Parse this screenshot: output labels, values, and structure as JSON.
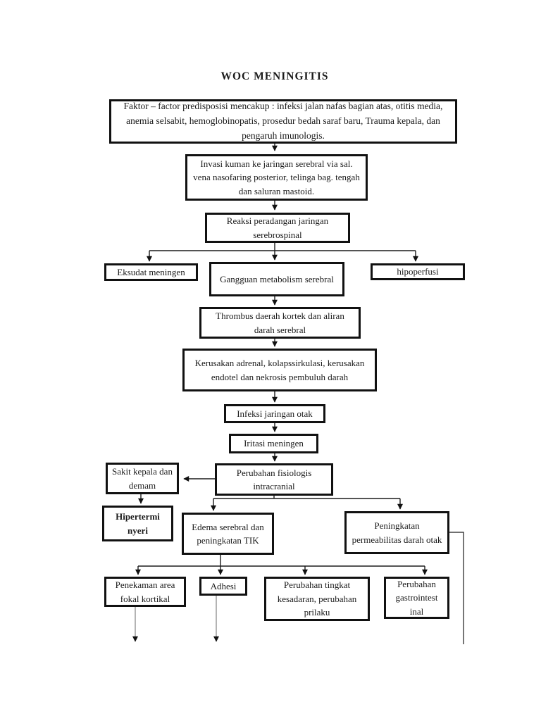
{
  "page": {
    "title": "WOC MENINGITIS"
  },
  "colors": {
    "background": "#ffffff",
    "box_border": "#111111",
    "text": "#1a1a1a",
    "connector": "#1b1b1b",
    "hairline": "#777777"
  },
  "nodes": {
    "faktor": "Faktor – factor predisposisi mencakup : infeksi jalan nafas bagian atas, otitis media, anemia selsabit, hemoglobinopatis, prosedur bedah saraf baru, Trauma kepala, dan pengaruh imunologis.",
    "invasi": "Invasi kuman ke jaringan serebral via sal. vena nasofaring posterior, telinga bag. tengah dan saluran mastoid.",
    "reaksi": "Reaksi peradangan jaringan serebrospinal",
    "eksudat": "Eksudat meningen",
    "gangguan": "Gangguan metabolism serebral",
    "hipoperfusi": "hipoperfusi",
    "thrombus": "Thrombus daerah kortek dan aliran darah serebral",
    "kerusakan": "Kerusakan adrenal, kolapssirkulasi, kerusakan endotel dan nekrosis pembuluh darah",
    "infeksi": "Infeksi jaringan otak",
    "iritasi": "Iritasi meningen",
    "sakit": "Sakit kepala dan demam",
    "fisiologis": "Perubahan fisiologis intracranial",
    "hipertermi": "Hipertermi nyeri",
    "edema": "Edema serebral dan peningkatan TIK",
    "peningkatan": "Peningkatan permeabilitas darah otak",
    "penekaman": "Penekaman area fokal kortikal",
    "adhesi": "Adhesi",
    "tingkat": "Perubahan tingkat kesadaran, perubahan prilaku",
    "gastro": "Perubahan gastrointest inal"
  }
}
